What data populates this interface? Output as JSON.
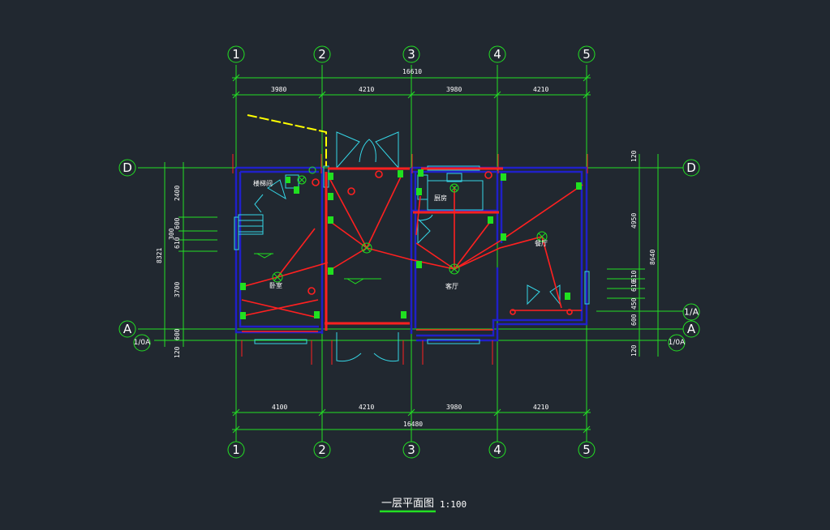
{
  "drawing": {
    "title": "一层平面图",
    "scale": "1:100"
  },
  "axes": {
    "top": [
      "1",
      "2",
      "3",
      "4",
      "5"
    ],
    "bottom": [
      "1",
      "2",
      "3",
      "4",
      "5"
    ],
    "left": [
      "D",
      "A",
      "1/0A"
    ],
    "right": [
      "D",
      "1/A",
      "A",
      "1/0A"
    ]
  },
  "dimensions": {
    "top_total": "16610",
    "top": [
      "3980",
      "4210",
      "3980",
      "4210"
    ],
    "bottom_total": "16480",
    "bottom": [
      "4100",
      "4210",
      "3980",
      "4210"
    ],
    "left_total": "8321",
    "left": [
      "2400",
      "300",
      "610",
      "600",
      "3700",
      "600",
      "120"
    ],
    "right_total": "8640",
    "right": [
      "120",
      "4950",
      "610",
      "610",
      "450",
      "600",
      "120"
    ]
  },
  "rooms": {
    "stair": "楼梯间",
    "kitchen": "厨房",
    "bedroom": "卧室",
    "living": "客厅",
    "dining": "餐厅"
  },
  "colors": {
    "background": "#212830",
    "grid": "#23e023",
    "wall": "#2020c8",
    "wiring": "#ff2020",
    "fixtures": "#35d6e6",
    "devices": "#20e020",
    "leader": "#ffff00"
  }
}
